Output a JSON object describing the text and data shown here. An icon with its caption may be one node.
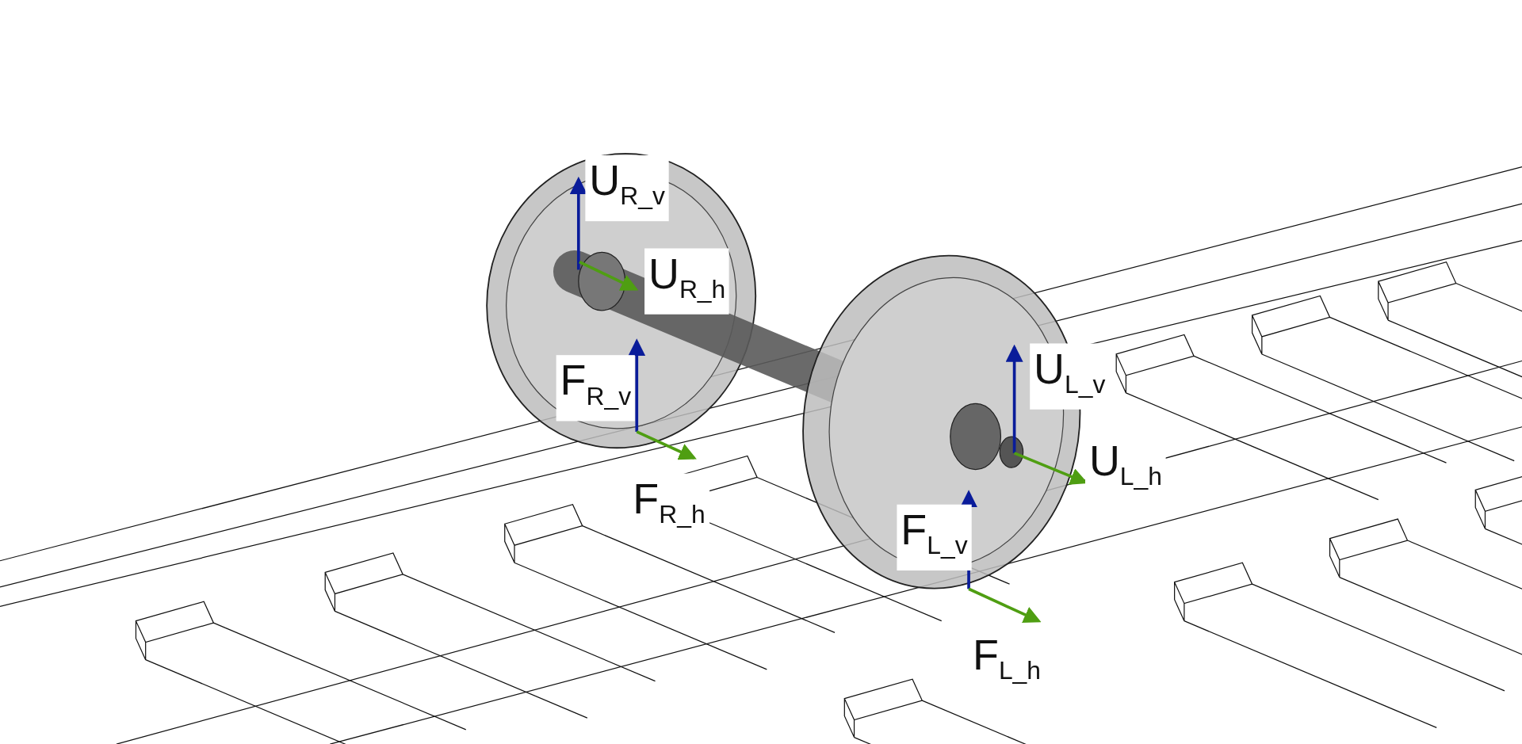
{
  "diagram": {
    "labels": [
      "U$_{R_v}$",
      "U$_{R_h}$",
      "F$_{R_v}$",
      "U$_{L_v}$",
      "U$_{L_h}$",
      "F$_{R_h}$",
      "F$_{L_v}$",
      "F$_{L_h}$"
    ]
  }
}
